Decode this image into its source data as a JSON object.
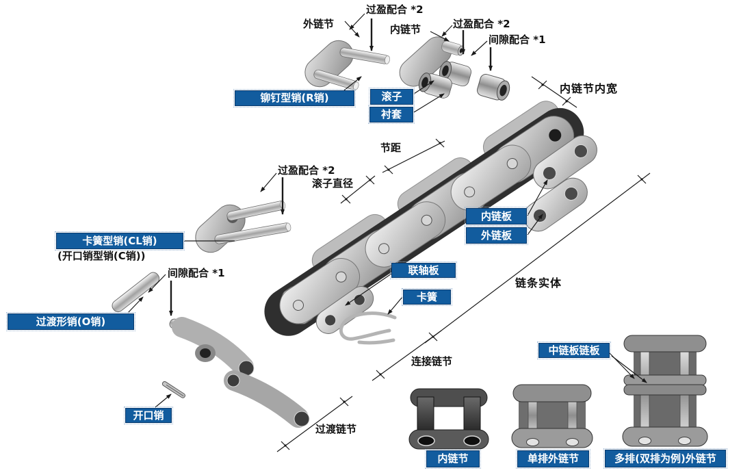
{
  "colors": {
    "background": "#ffffff",
    "label_bg": "#125c9e",
    "label_border": "#0a3a6d",
    "label_text": "#ffffff",
    "note_text": "#111111",
    "line": "#1a1a1a",
    "steel_light": "#e6e6e6",
    "steel_dark": "#2f2f2f"
  },
  "parts": {
    "rivet_pin": "铆钉型销(R销)",
    "roller": "滚子",
    "bushing": "衬套",
    "inner_plate": "内链板",
    "outer_plate": "外链板",
    "clip_pin": "卡簧型销(CL销)",
    "offset_pin": "过渡形销(O销)",
    "coupling_plate": "联轴板",
    "circlip": "卡簧",
    "cotter_pin": "开口销",
    "middle_plate": "中链板链板",
    "inner_link": "内链节",
    "single_outer_link": "单排外链节",
    "multi_outer_link": "多排(双排为例)外链节"
  },
  "annotations": {
    "outer_link": "外链节",
    "inner_link": "内链节",
    "interference_fit": "过盈配合 *2",
    "clearance_fit": "间隙配合 *1",
    "inner_link_inner_width": "内链节内宽",
    "pitch": "节距",
    "roller_diameter": "滚子直径",
    "cotter_pin_type": "(开口销型销(C销))",
    "chain_body": "链条实体",
    "connecting_link": "连接链节",
    "offset_link": "过渡链节"
  }
}
